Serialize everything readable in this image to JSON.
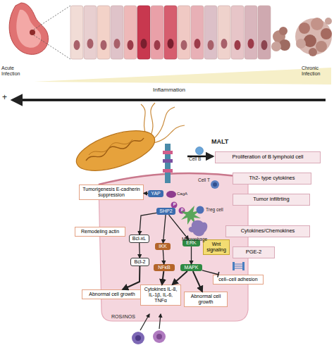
{
  "diagram": {
    "nodes": [
      {
        "text": [
          "Tumorigenesis E-cadherin suppression"
        ]
      },
      {
        "text": [
          "YAP"
        ]
      },
      {
        "text": [
          "SHP2"
        ]
      },
      {
        "text": [
          "Remodeling actin"
        ]
      },
      {
        "text": [
          "Bcl-xL"
        ]
      },
      {
        "text": [
          "IKK"
        ]
      },
      {
        "text": [
          "ERK"
        ]
      },
      {
        "text": [
          "Wnt signaling"
        ]
      },
      {
        "text": [
          "Bcl-2"
        ]
      },
      {
        "text": [
          "NFκB"
        ]
      },
      {
        "text": [
          "MAPK"
        ]
      },
      {
        "text": [
          "cell–cell adhesion"
        ]
      },
      {
        "text": [
          "Abnormal cell growth"
        ]
      },
      {
        "text": [
          "Cytokines IL-8, IL-1β, IL-6, TNFα"
        ]
      },
      {
        "text": [
          "Abnormal cell growth"
        ]
      },
      {
        "text": [
          "Proliferation of B lymphoid cell"
        ]
      },
      {
        "text": [
          "Th2- type cytokines"
        ]
      },
      {
        "text": [
          "Tumor infiltrting"
        ]
      },
      {
        "text": [
          "Cytokines/Chemokines"
        ]
      },
      {
        "text": [
          "PGE-2"
        ]
      }
    ],
    "edges": [
      {
        "from": 1,
        "to": 0,
        "arrow": "to"
      },
      {
        "from": 2,
        "to": 4,
        "arrow": "to"
      },
      {
        "from": 2,
        "to": 5,
        "arrow": "to"
      },
      {
        "from": 2,
        "to": 6,
        "arrow": "to"
      },
      {
        "from": 4,
        "to": 8,
        "arrow": "to"
      },
      {
        "from": 5,
        "to": 9,
        "arrow": "to"
      },
      {
        "from": 6,
        "to": 10,
        "arrow": "to"
      },
      {
        "from": 8,
        "to": 12,
        "arrow": "to"
      },
      {
        "from": 9,
        "to": 13,
        "arrow": "to"
      },
      {
        "from": 10,
        "to": 13,
        "arrow": "to"
      },
      {
        "from": 10,
        "to": 14,
        "arrow": "to"
      },
      {
        "from": 10,
        "to": 11,
        "arrow": "to"
      }
    ],
    "labels": [
      "Acute Infection",
      "Chronic Infection",
      "+",
      "Inflammation",
      "MALT",
      "Cell B",
      "Cell T",
      "Treg cell",
      "Macrophage",
      "CagA",
      "P",
      "P",
      "ROS/iNOS"
    ]
  }
}
